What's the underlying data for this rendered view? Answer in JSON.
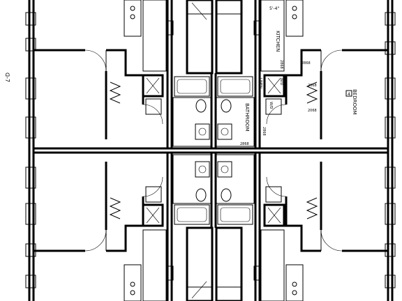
{
  "labels": {
    "kitchen": "KITCHEN",
    "bathroom": "BATHROOM",
    "bedroom": "BEDROOM",
    "bedroom_tag": "4",
    "door_2868_a": "2868",
    "door_2868_b": "2868",
    "door_2068_a": "2068",
    "door_2068_b": "2068",
    "door_2868_c": "2868",
    "door_2868_d": "2868",
    "linen": "LINEN",
    "washer_dryer": "W/D",
    "wd_small": "W/D",
    "dim": "5'-4\"",
    "margin_note": "ᗡ-7"
  },
  "colors": {
    "line": "#000000",
    "paper": "#ffffff",
    "hatch": "#444444"
  }
}
